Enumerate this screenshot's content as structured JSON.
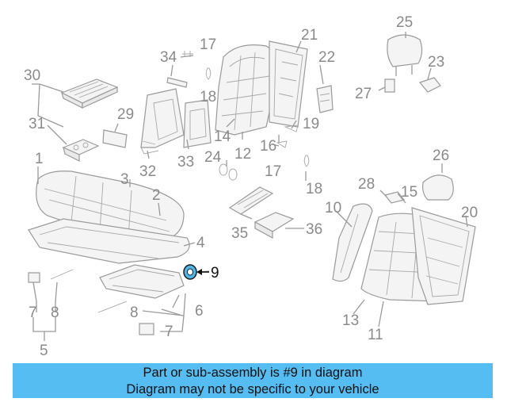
{
  "colors": {
    "banner_bg": "#55bdf2",
    "highlight_part": "#4fb6ea",
    "line": "#9a9a9a",
    "callout_text": "#8a8a8a",
    "highlight_text": "#111111"
  },
  "highlighted_part": "9",
  "callouts": {
    "c1": "1",
    "c2": "2",
    "c3": "3",
    "c4": "4",
    "c5": "5",
    "c6": "6",
    "c7a": "7",
    "c7b": "7",
    "c8a": "8",
    "c8b": "8",
    "c9": "9",
    "c10": "10",
    "c11": "11",
    "c12": "12",
    "c13": "13",
    "c14": "14",
    "c15": "15",
    "c16": "16",
    "c17a": "17",
    "c17b": "17",
    "c18a": "18",
    "c18b": "18",
    "c19": "19",
    "c20": "20",
    "c21": "21",
    "c22": "22",
    "c23": "23",
    "c24": "24",
    "c25": "25",
    "c26": "26",
    "c27": "27",
    "c28": "28",
    "c29": "29",
    "c30": "30",
    "c31": "31",
    "c32": "32",
    "c33": "33",
    "c34": "34",
    "c35": "35",
    "c36": "36"
  },
  "banner": {
    "line1": "Part or sub-assembly is #9 in diagram",
    "line2": "Diagram may not be specific to your vehicle"
  }
}
